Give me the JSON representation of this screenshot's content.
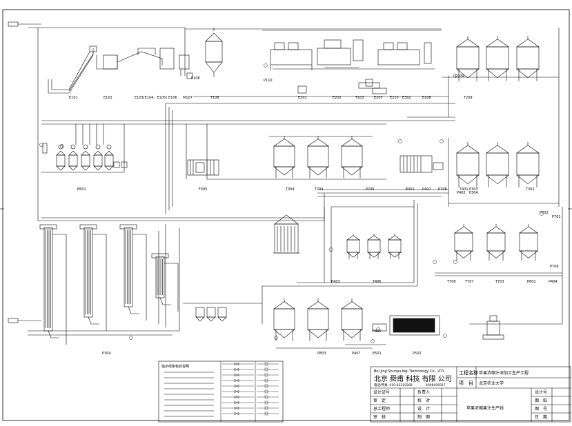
{
  "equipment_labels": [
    "E101",
    "E102",
    "E103(E104、E105)",
    "E106",
    "M107",
    "T108",
    "P108",
    "P110",
    "E201",
    "E202",
    "T203",
    "E207",
    "E210",
    "E302",
    "E208",
    "T209",
    "P209",
    "E601",
    "F305",
    "T304",
    "T704",
    "P705",
    "E301",
    "P407",
    "P708",
    "T401",
    "P402",
    "P303",
    "P304",
    "T302",
    "P702",
    "P701",
    "P706",
    "T708",
    "T707",
    "T703",
    "P802",
    "P404",
    "E403",
    "T406",
    "P803",
    "P407",
    "E501",
    "P502",
    "P405",
    "P304"
  ],
  "legend": {
    "title": "指示线条色标说明",
    "rows": [
      "",
      "",
      "",
      "",
      "",
      "",
      "",
      "",
      ""
    ],
    "symbols": [
      "",
      "",
      "",
      "",
      "",
      "",
      "",
      "",
      "",
      ""
    ]
  },
  "title_block": {
    "company_en": "Bei Jing Shunpu Keji Technology Co., LTD.",
    "company_cn": "北京 舜甫 科技 有限 公司",
    "contact": "电话/传真: 010-62219268　　　　 4006006917",
    "project_name_label": "工程名称",
    "project_name": "苹果浓缩汁深加工生产工程",
    "item_label": "项　目",
    "item": "北京农业大学",
    "left_labels": [
      "设计证号",
      "审　定",
      "总工程师",
      "审　核"
    ],
    "mid_labels": [
      "负责人",
      "校　对",
      "设　计",
      "制　图"
    ],
    "drawing_name": "苹果浓缩果汁生产线",
    "right_labels": [
      "设计号",
      "图　纸",
      "图　号",
      "日　期"
    ]
  }
}
